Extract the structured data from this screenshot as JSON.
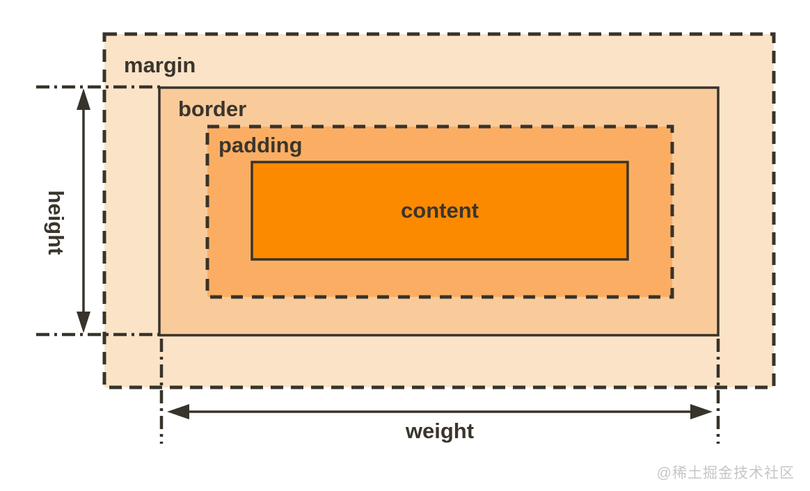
{
  "boxes": {
    "margin": {
      "label": "margin"
    },
    "border": {
      "label": "border"
    },
    "padding": {
      "label": "padding"
    },
    "content": {
      "label": "content"
    }
  },
  "dimensions": {
    "height": {
      "label": "height"
    },
    "weight": {
      "label": "weight"
    }
  },
  "watermark": {
    "text": "@稀土掘金技术社区"
  },
  "colors": {
    "margin-fill": "#FBE3C7",
    "border-fill": "#F9CB9B",
    "padding-fill": "#FBAE63",
    "content-fill": "#FB8A00",
    "line": "#38332B",
    "text": "#3B352C",
    "watermark": "#C6C6C6",
    "background": "#FFFFFF"
  }
}
